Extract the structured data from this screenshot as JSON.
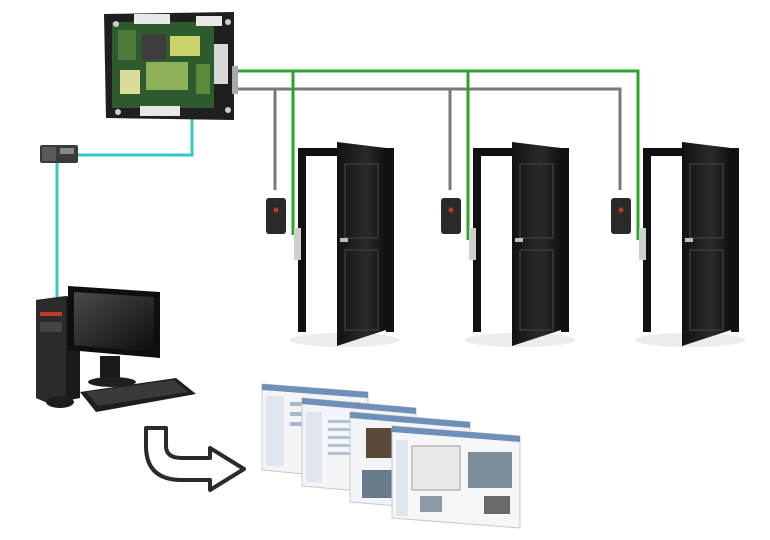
{
  "diagram": {
    "background": "#ffffff",
    "colors": {
      "rs485_wire": "#2aa52a",
      "lock_wire": "#7a7a7a",
      "network_wire": "#35c6c6",
      "door": "#1c1c1c",
      "frame": "#111111",
      "controller_board": "#2e5b2e",
      "controller_case": "#1f1f1f",
      "reader": "#2a2a2a",
      "screen_bg": "#f2f4f7"
    },
    "devices": {
      "controller": "access-controller-board",
      "converter": "network-converter",
      "workstation": "pc-workstation",
      "software": "management-software-windows",
      "arrow": "curved-arrow-icon"
    },
    "doors": [
      {
        "id": "door-1",
        "reader": "card-reader",
        "lock": "electric-lock"
      },
      {
        "id": "door-2",
        "reader": "card-reader",
        "lock": "electric-lock"
      },
      {
        "id": "door-3",
        "reader": "card-reader",
        "lock": "electric-lock"
      }
    ]
  }
}
